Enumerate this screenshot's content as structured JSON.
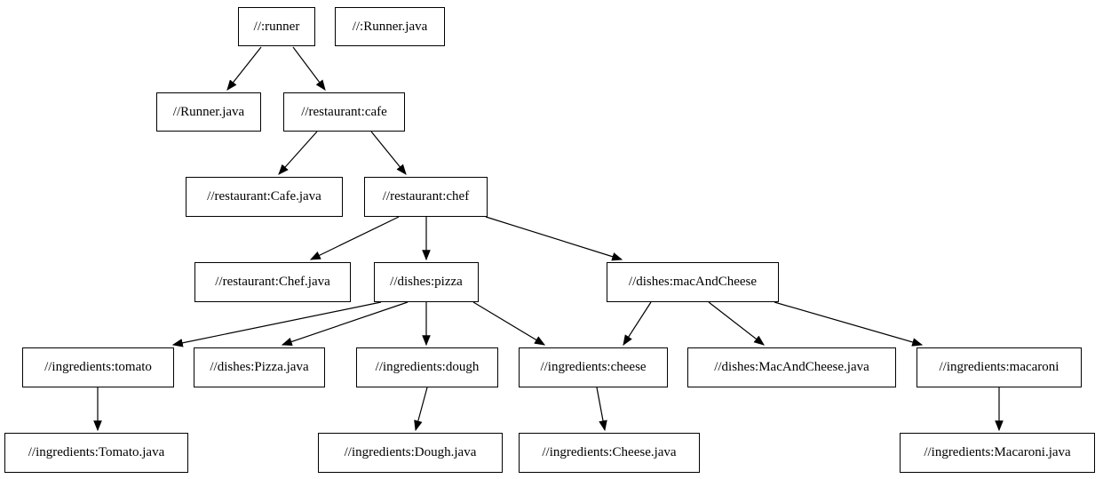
{
  "graph": {
    "type": "dependency-graph",
    "background_color": "#ffffff",
    "node_fill_color": "#ffffff",
    "node_border_color": "#000000",
    "edge_color": "#000000",
    "text_color": "#000000",
    "nodes": [
      {
        "id": "runner",
        "label": "//:runner"
      },
      {
        "id": "runner-java-root",
        "label": "//:Runner.java"
      },
      {
        "id": "runner-java",
        "label": "//Runner.java"
      },
      {
        "id": "cafe",
        "label": "//restaurant:cafe"
      },
      {
        "id": "cafe-java",
        "label": "//restaurant:Cafe.java"
      },
      {
        "id": "chef",
        "label": "//restaurant:chef"
      },
      {
        "id": "chef-java",
        "label": "//restaurant:Chef.java"
      },
      {
        "id": "pizza",
        "label": "//dishes:pizza"
      },
      {
        "id": "mac-and-cheese",
        "label": "//dishes:macAndCheese"
      },
      {
        "id": "tomato",
        "label": "//ingredients:tomato"
      },
      {
        "id": "pizza-java",
        "label": "//dishes:Pizza.java"
      },
      {
        "id": "dough",
        "label": "//ingredients:dough"
      },
      {
        "id": "cheese",
        "label": "//ingredients:cheese"
      },
      {
        "id": "mac-and-cheese-java",
        "label": "//dishes:MacAndCheese.java"
      },
      {
        "id": "macaroni",
        "label": "//ingredients:macaroni"
      },
      {
        "id": "tomato-java",
        "label": "//ingredients:Tomato.java"
      },
      {
        "id": "dough-java",
        "label": "//ingredients:Dough.java"
      },
      {
        "id": "cheese-java",
        "label": "//ingredients:Cheese.java"
      },
      {
        "id": "macaroni-java",
        "label": "//ingredients:Macaroni.java"
      }
    ],
    "edges": [
      {
        "from": "//:runner",
        "to": "//Runner.java"
      },
      {
        "from": "//:runner",
        "to": "//restaurant:cafe"
      },
      {
        "from": "//restaurant:cafe",
        "to": "//restaurant:Cafe.java"
      },
      {
        "from": "//restaurant:cafe",
        "to": "//restaurant:chef"
      },
      {
        "from": "//restaurant:chef",
        "to": "//restaurant:Chef.java"
      },
      {
        "from": "//restaurant:chef",
        "to": "//dishes:pizza"
      },
      {
        "from": "//restaurant:chef",
        "to": "//dishes:macAndCheese"
      },
      {
        "from": "//dishes:pizza",
        "to": "//ingredients:tomato"
      },
      {
        "from": "//dishes:pizza",
        "to": "//dishes:Pizza.java"
      },
      {
        "from": "//dishes:pizza",
        "to": "//ingredients:dough"
      },
      {
        "from": "//dishes:pizza",
        "to": "//ingredients:cheese"
      },
      {
        "from": "//dishes:macAndCheese",
        "to": "//ingredients:cheese"
      },
      {
        "from": "//dishes:macAndCheese",
        "to": "//dishes:MacAndCheese.java"
      },
      {
        "from": "//dishes:macAndCheese",
        "to": "//ingredients:macaroni"
      },
      {
        "from": "//ingredients:tomato",
        "to": "//ingredients:Tomato.java"
      },
      {
        "from": "//ingredients:dough",
        "to": "//ingredients:Dough.java"
      },
      {
        "from": "//ingredients:cheese",
        "to": "//ingredients:Cheese.java"
      },
      {
        "from": "//ingredients:macaroni",
        "to": "//ingredients:Macaroni.java"
      }
    ]
  }
}
